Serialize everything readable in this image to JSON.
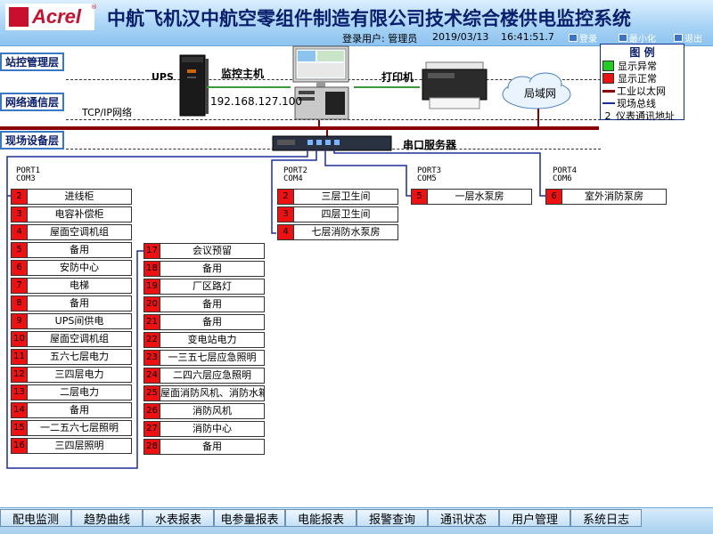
{
  "header": {
    "logo_text": "Acrel",
    "logo_reg": "®",
    "title": "中航飞机汉中航空零组件制造有限公司技术综合楼供电监控系统",
    "login_label": "登录用户: 管理员",
    "date": "2019/03/13",
    "time": "16:41:51.7",
    "buttons": [
      "登录",
      "最小化",
      "退出"
    ]
  },
  "layers": {
    "station": "站控管理层",
    "network": "网络通信层",
    "field": "现场设备层"
  },
  "top_devices": {
    "ups": "UPS",
    "host": "监控主机",
    "ip": "192.168.127.100",
    "printer": "打印机",
    "lan": "局域网",
    "tcpip": "TCP/IP网络",
    "serial_server": "串口服务器"
  },
  "legend": {
    "title": "图  例",
    "items": [
      "显示异常",
      "显示正常",
      "工业以太网",
      "现场总线",
      "仪表通讯地址"
    ],
    "address_sample": "2",
    "colors": {
      "abnormal": "#22cc22",
      "normal": "#ee1111",
      "ethernet": "#8b0000",
      "fieldbus": "#1a2f9a"
    }
  },
  "ports": [
    {
      "port": "PORT1",
      "com": "COM3"
    },
    {
      "port": "PORT2",
      "com": "COM4"
    },
    {
      "port": "PORT3",
      "com": "COM5"
    },
    {
      "port": "PORT4",
      "com": "COM6"
    }
  ],
  "port1_col1": [
    {
      "num": "2",
      "name": "进线柜"
    },
    {
      "num": "3",
      "name": "电容补偿柜"
    },
    {
      "num": "4",
      "name": "屋面空调机组"
    },
    {
      "num": "5",
      "name": "备用"
    },
    {
      "num": "6",
      "name": "安防中心"
    },
    {
      "num": "7",
      "name": "电梯"
    },
    {
      "num": "8",
      "name": "备用"
    },
    {
      "num": "9",
      "name": "UPS间供电"
    },
    {
      "num": "10",
      "name": "屋面空调机组"
    },
    {
      "num": "11",
      "name": "五六七层电力"
    },
    {
      "num": "12",
      "name": "三四层电力"
    },
    {
      "num": "13",
      "name": "二层电力"
    },
    {
      "num": "14",
      "name": "备用"
    },
    {
      "num": "15",
      "name": "一二五六七层照明"
    },
    {
      "num": "16",
      "name": "三四层照明"
    }
  ],
  "port1_col2": [
    {
      "num": "17",
      "name": "会议预留"
    },
    {
      "num": "18",
      "name": "备用"
    },
    {
      "num": "19",
      "name": "厂区路灯"
    },
    {
      "num": "20",
      "name": "备用"
    },
    {
      "num": "21",
      "name": "备用"
    },
    {
      "num": "22",
      "name": "变电站电力"
    },
    {
      "num": "23",
      "name": "一三五七层应急照明"
    },
    {
      "num": "24",
      "name": "二四六层应急照明"
    },
    {
      "num": "25",
      "name": "屋面消防风机、消防水箱间"
    },
    {
      "num": "26",
      "name": "消防风机"
    },
    {
      "num": "27",
      "name": "消防中心"
    },
    {
      "num": "28",
      "name": "备用"
    }
  ],
  "port2": [
    {
      "num": "2",
      "name": "三层卫生间"
    },
    {
      "num": "3",
      "name": "四层卫生间"
    },
    {
      "num": "4",
      "name": "七层消防水泵房"
    }
  ],
  "port3": [
    {
      "num": "5",
      "name": "一层水泵房"
    }
  ],
  "port4": [
    {
      "num": "6",
      "name": "室外消防泵房"
    }
  ],
  "nav": [
    "配电监测",
    "趋势曲线",
    "水表报表",
    "电参量报表",
    "电能报表",
    "报警查询",
    "通讯状态",
    "用户管理",
    "系统日志"
  ]
}
